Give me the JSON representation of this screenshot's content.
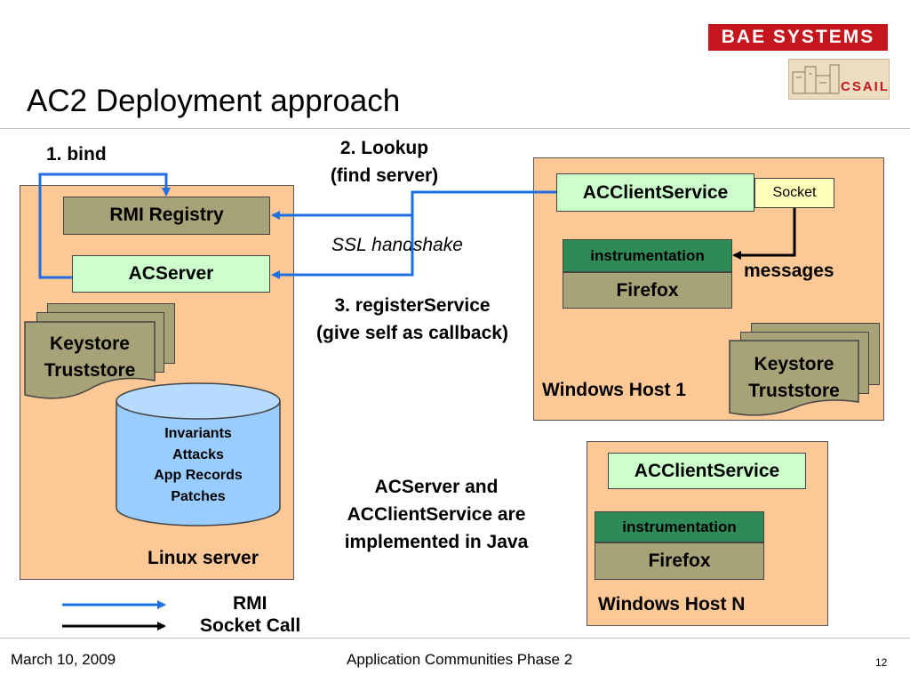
{
  "header": {
    "title": "AC2 Deployment approach",
    "logo_bae": "BAE SYSTEMS",
    "logo_csail": "CSAIL"
  },
  "diagram": {
    "bind_label": "1. bind",
    "lookup_line1": "2. Lookup",
    "lookup_line2": "(find server)",
    "ssl_label": "SSL handshake",
    "register_line1": "3. registerService",
    "register_line2": "(give self as callback)",
    "messages_label": "messages",
    "java_note": [
      "ACServer and",
      "ACClientService are",
      "implemented in Java"
    ],
    "linux": {
      "title": "Linux server",
      "rmi_registry": "RMI Registry",
      "acserver": "ACServer",
      "keystore": "Keystore",
      "truststore": "Truststore",
      "db_items": [
        "Invariants",
        "Attacks",
        "App Records",
        "Patches"
      ]
    },
    "host1": {
      "title": "Windows Host 1",
      "client_service": "ACClientService",
      "socket": "Socket",
      "instrumentation": "instrumentation",
      "firefox": "Firefox",
      "keystore": "Keystore",
      "truststore": "Truststore"
    },
    "hostN": {
      "title": "Windows Host N",
      "client_service": "ACClientService",
      "instrumentation": "instrumentation",
      "firefox": "Firefox"
    },
    "legend": {
      "rmi": "RMI",
      "socket_call": "Socket Call",
      "rmi_color": "#1f6fe0",
      "socket_color": "#000000"
    }
  },
  "footer": {
    "date": "March 10, 2009",
    "center": "Application Communities Phase 2",
    "page": "12"
  }
}
